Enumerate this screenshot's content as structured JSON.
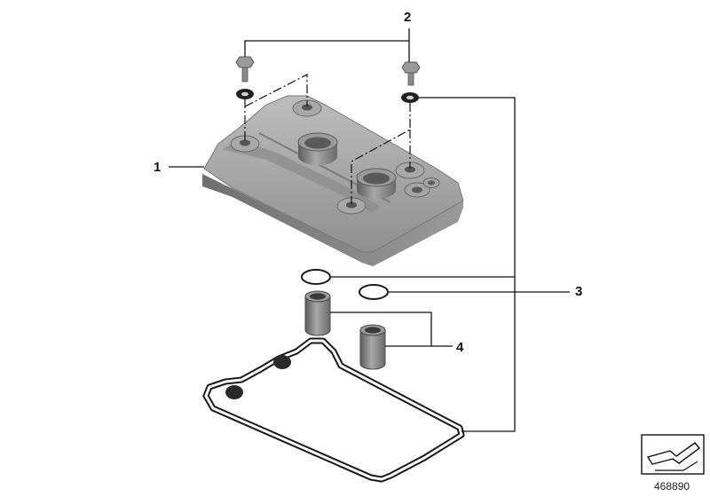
{
  "callouts": {
    "cover": "1",
    "bolts": "2",
    "o_rings": "3",
    "sleeves": "4"
  },
  "diagram_id": "468890",
  "colors": {
    "part_fill": "#9c9c9c",
    "part_dark": "#6e6e6e",
    "part_light": "#c9c9c9",
    "line": "#111111"
  },
  "icons": {
    "corner": "folded-corner-arrow-icon"
  }
}
